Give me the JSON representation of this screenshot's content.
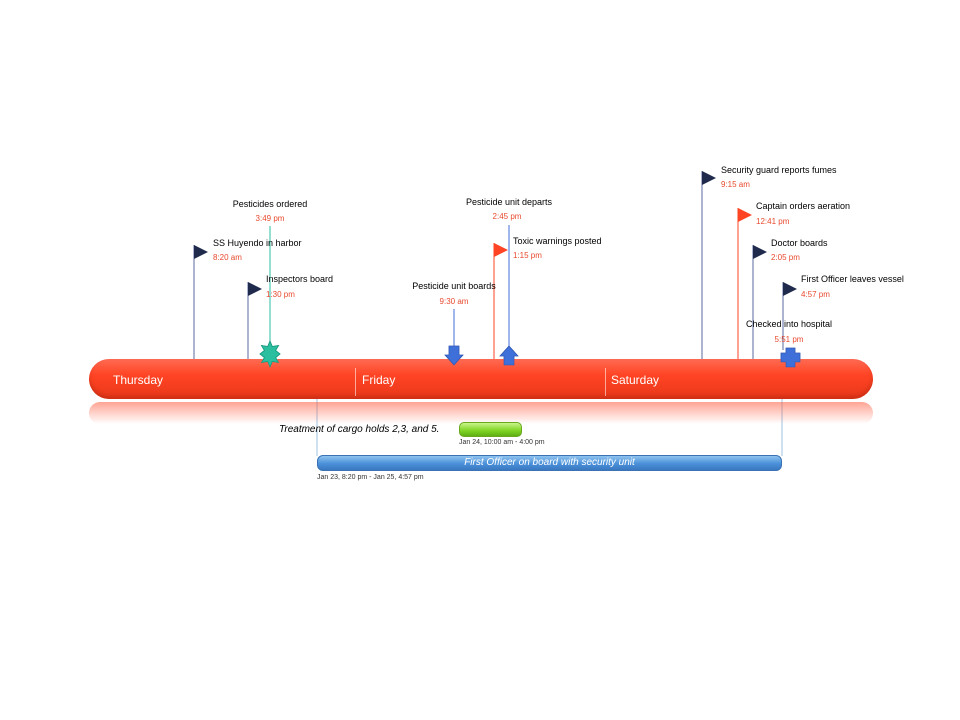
{
  "days": [
    "Thursday",
    "Friday",
    "Saturday"
  ],
  "events": [
    {
      "title": "SS Huyendo in harbor",
      "time": "8:20 am"
    },
    {
      "title": "Pesticides ordered",
      "time": "3:49 pm"
    },
    {
      "title": "Inspectors board",
      "time": "1:30 pm"
    },
    {
      "title": "Pesticide unit boards",
      "time": "9:30 am"
    },
    {
      "title": "Pesticide unit departs",
      "time": "2:45 pm"
    },
    {
      "title": "Toxic warnings posted",
      "time": "1:15 pm"
    },
    {
      "title": "Security guard reports fumes",
      "time": "9:15 am"
    },
    {
      "title": "Captain orders aeration",
      "time": "12:41 pm"
    },
    {
      "title": "Doctor boards",
      "time": "2:05 pm"
    },
    {
      "title": "First Officer leaves vessel",
      "time": "4:57 pm"
    },
    {
      "title": "Checked into hospital",
      "time": "5:51 pm"
    }
  ],
  "tasks": [
    {
      "label": "Treatment of cargo holds 2,3, and 5.",
      "range": "Jan 24, 10:00 am - 4:00 pm",
      "color": "#7ed321"
    },
    {
      "label": "First Officer on board with security unit",
      "range": "Jan 23, 8:20 pm - Jan 25, 4:57 pm",
      "color": "#4a90d9"
    }
  ],
  "colors": {
    "timeline": "#ff4424",
    "flag_dark": "#1f2a4d",
    "flag_red": "#ff4424",
    "teal": "#2bbfa0",
    "blue_marker": "#3f6fd8",
    "time_text": "#e8492e"
  }
}
